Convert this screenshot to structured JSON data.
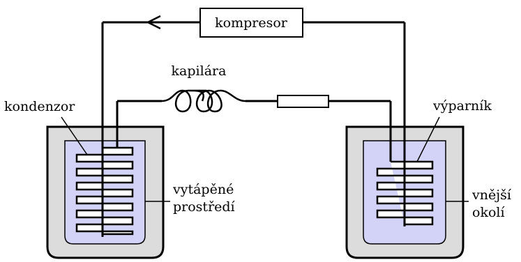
{
  "labels": {
    "compressor": "kompresor",
    "capillary": "kapilára",
    "condenser": "kondenzor",
    "evaporator": "výparník",
    "heated_line1": "vytápěné",
    "heated_line2": "prostředí",
    "outside_line1": "vnější",
    "outside_line2": "okolí"
  },
  "colors": {
    "vessel_wall": "#dcdcdc",
    "liquid": "#d3d3f7",
    "line": "#000000"
  }
}
